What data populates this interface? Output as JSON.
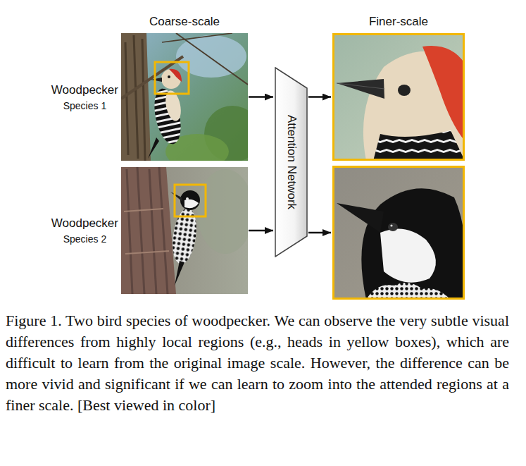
{
  "diagram": {
    "caption": "Figure 1. Two bird species of woodpecker. We can observe the very subtle visual differences from highly local regions (e.g., heads in yellow boxes), which are difficult to learn from the original image scale. However, the difference can be more vivid and significant if we can learn to zoom into the attended regions at a finer scale. [Best viewed in color]",
    "nodes": [
      {
        "text": [
          "Woodpecker",
          "Species 1"
        ]
      },
      {
        "text": [
          "Woodpecker",
          "Species 2"
        ]
      },
      {
        "text": [
          "Attention Network"
        ]
      },
      {
        "text": []
      },
      {
        "text": []
      }
    ],
    "edges": [
      {
        "from": 0,
        "to": 2,
        "arrow": "to"
      },
      {
        "from": 1,
        "to": 2,
        "arrow": "to"
      },
      {
        "from": 2,
        "to": 3,
        "arrow": "to"
      },
      {
        "from": 2,
        "to": 4,
        "arrow": "to"
      }
    ],
    "labels": [
      "Coarse-scale",
      "Finer-scale"
    ]
  }
}
